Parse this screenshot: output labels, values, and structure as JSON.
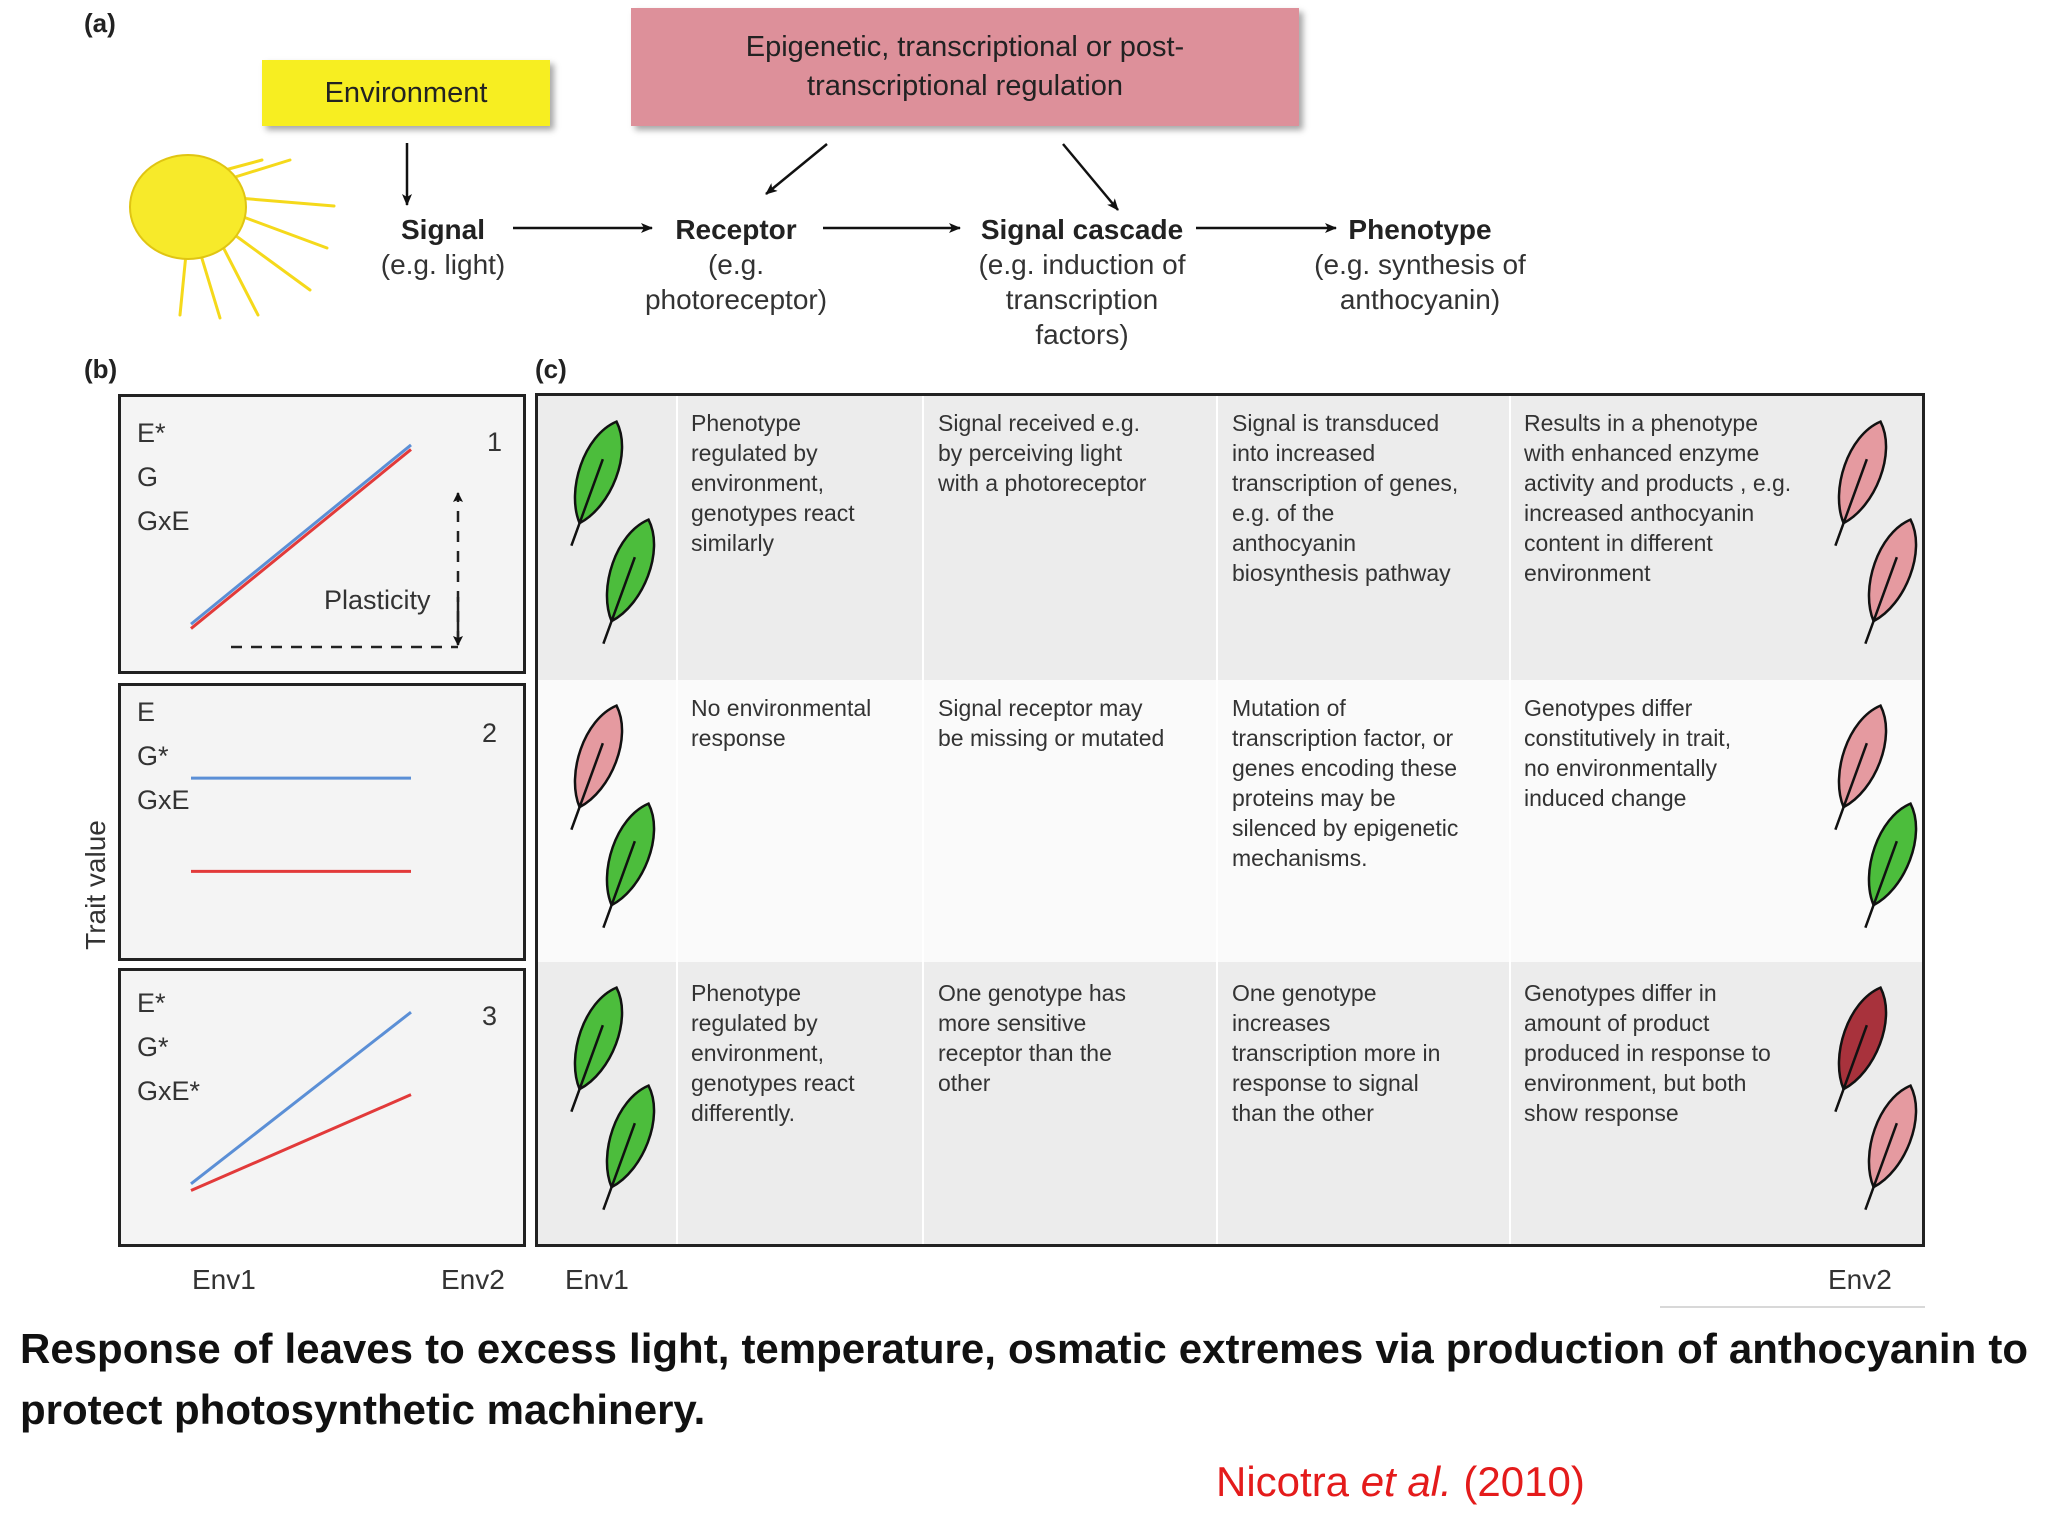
{
  "panel_labels": {
    "a": "(a)",
    "b": "(b)",
    "c": "(c)"
  },
  "environment_box": "Environment",
  "regulation_box": {
    "line1": "Epigenetic, transcriptional or post-",
    "line2": "transcriptional regulation"
  },
  "flow": [
    {
      "title": "Signal",
      "lines": [
        "(e.g. light)"
      ]
    },
    {
      "title": "Receptor",
      "lines": [
        "(e.g.",
        "photoreceptor)"
      ]
    },
    {
      "title": "Signal cascade",
      "lines": [
        "(e.g. induction of",
        "transcription",
        "factors)"
      ]
    },
    {
      "title": "Phenotype",
      "lines": [
        "(e.g. synthesis of",
        "anthocyanin)"
      ]
    }
  ],
  "plots": [
    {
      "labels": [
        "E*",
        "G",
        "GxE"
      ],
      "number": "1",
      "annotation": "Plasticity",
      "lines": [
        {
          "color": "#5b8fd6",
          "env1": 0.12,
          "env2": 0.92
        },
        {
          "color": "#e23a3a",
          "env1": 0.1,
          "env2": 0.9
        }
      ]
    },
    {
      "labels": [
        "E",
        "G*",
        "GxE"
      ],
      "number": "2",
      "annotation": "",
      "lines": [
        {
          "color": "#5b8fd6",
          "env1": 0.72,
          "env2": 0.72
        },
        {
          "color": "#e23a3a",
          "env1": 0.3,
          "env2": 0.3
        }
      ]
    },
    {
      "labels": [
        "E*",
        "G*",
        "GxE*"
      ],
      "number": "3",
      "annotation": "",
      "lines": [
        {
          "color": "#5b8fd6",
          "env1": 0.18,
          "env2": 0.95
        },
        {
          "color": "#e23a3a",
          "env1": 0.15,
          "env2": 0.58
        }
      ]
    }
  ],
  "y_axis_label": "Trait value",
  "plot_x_labels": {
    "env1": "Env1",
    "env2": "Env2"
  },
  "table_x_labels": {
    "env1": "Env1",
    "env2": "Env2"
  },
  "table_rows": [
    {
      "cells": [
        [
          "Phenotype",
          "regulated by",
          "environment,",
          "genotypes react",
          "similarly"
        ],
        [
          "Signal received e.g.",
          "by perceiving light",
          "with a photoreceptor"
        ],
        [
          "Signal is transduced",
          "into increased",
          "transcription of genes,",
          "e.g.  of the",
          "anthocyanin",
          "biosynthesis pathway"
        ],
        [
          "Results in a phenotype",
          "with enhanced enzyme",
          "activity and products , e.g.",
          "increased anthocyanin",
          "content in different",
          "environment"
        ]
      ],
      "left_leaves": [
        "green",
        "green"
      ],
      "right_leaves": [
        "pink",
        "pink"
      ]
    },
    {
      "cells": [
        [
          "No environmental",
          "response"
        ],
        [
          "Signal receptor may",
          "be missing or mutated"
        ],
        [
          "Mutation of",
          "transcription factor, or",
          "genes encoding these",
          "proteins may be",
          "silenced by epigenetic",
          "mechanisms."
        ],
        [
          "Genotypes differ",
          "constitutively in trait,",
          "no environmentally",
          "induced change"
        ]
      ],
      "left_leaves": [
        "pink",
        "green"
      ],
      "right_leaves": [
        "pink",
        "green"
      ]
    },
    {
      "cells": [
        [
          "Phenotype",
          "regulated by",
          "environment,",
          "genotypes react",
          "differently."
        ],
        [
          "One genotype  has",
          "more sensitive",
          "receptor  than the",
          "other"
        ],
        [
          "One genotype",
          "increases",
          "transcription more in",
          "response to signal",
          "than the other"
        ],
        [
          "Genotypes differ in",
          "amount of product",
          "produced in response to",
          "environment, but both",
          "show response"
        ]
      ],
      "left_leaves": [
        "green",
        "green"
      ],
      "right_leaves": [
        "darkred",
        "pink"
      ]
    }
  ],
  "leaf_colors": {
    "green": "#4cbd3c",
    "pink": "#e59aa0",
    "darkred": "#a8323c"
  },
  "caption": "Response of leaves to excess light, temperature, osmatic extremes via production of anthocyanin to protect photosynthetic machinery.",
  "citation": {
    "author": "Nicotra ",
    "etal": "et al.",
    "year": " (2010)"
  }
}
